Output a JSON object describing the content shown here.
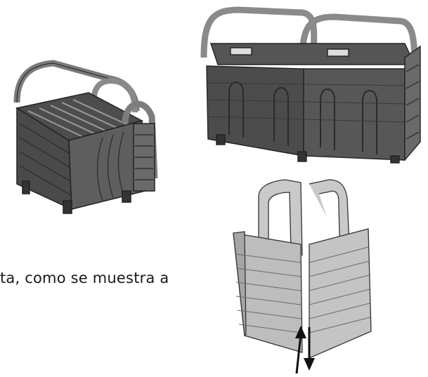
{
  "caption": {
    "text": "ta, como se muestra a"
  },
  "illustrations": [
    {
      "name": "single-cutlery-basket",
      "description": "cutlery basket with carry handle (dark grey)"
    },
    {
      "name": "double-cutlery-basket",
      "description": "two joined cutlery baskets with handles (dark grey)"
    },
    {
      "name": "split-cutlery-basket",
      "description": "light grey cutlery basket separated into two halves with up/down arrows"
    }
  ],
  "colors": {
    "dark_basket": "#5a5a5a",
    "light_basket": "#bdbdbd",
    "outline": "#222222"
  }
}
